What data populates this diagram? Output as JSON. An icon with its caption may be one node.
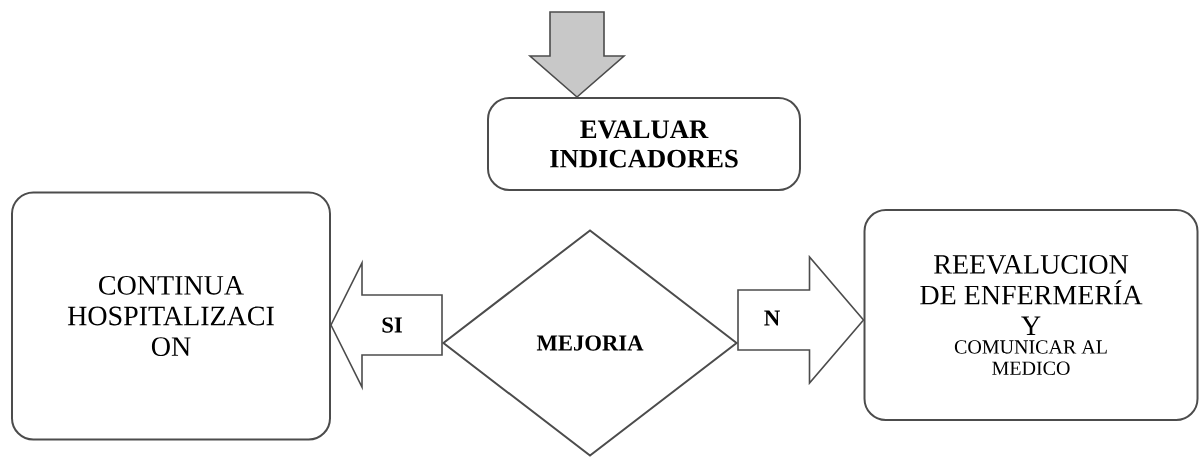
{
  "diagram": {
    "nodes": [
      {
        "text": [
          "EVALUAR INDICADORES"
        ]
      },
      {
        "text": [
          "MEJORIA"
        ]
      },
      {
        "text": [
          "CONTINUA HOSPITALIZACI ON"
        ]
      },
      {
        "text": [
          "REEVALUCION DE ENFERMERÍA Y",
          "COMUNICAR AL MEDICO"
        ]
      }
    ],
    "edges": [
      {
        "from": null,
        "to": 0,
        "arrow": "to",
        "color": "#c8c8c8"
      },
      {
        "from": 1,
        "to": 2,
        "arrow": "to",
        "label": "SI"
      },
      {
        "from": 1,
        "to": 3,
        "arrow": "to",
        "label": "N"
      }
    ]
  }
}
